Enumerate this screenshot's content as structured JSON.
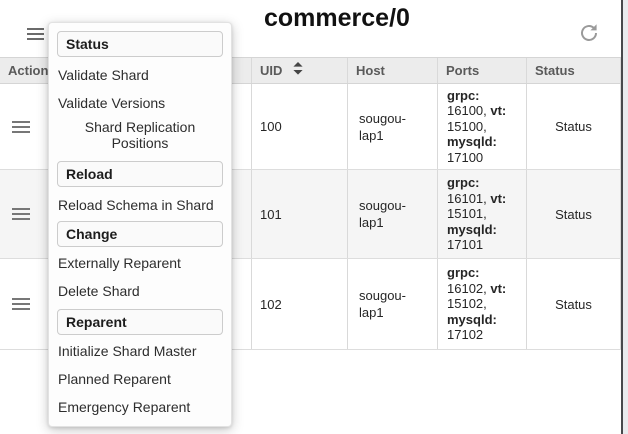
{
  "header": {
    "title": "commerce/0"
  },
  "menu": {
    "sections": [
      {
        "header": "Status",
        "items": [
          "Validate Shard",
          "Validate Versions",
          "Shard Replication Positions"
        ]
      },
      {
        "header": "Reload",
        "items": [
          "Reload Schema in Shard"
        ]
      },
      {
        "header": "Change",
        "items": [
          "Externally Reparent",
          "Delete Shard"
        ]
      },
      {
        "header": "Reparent",
        "items": [
          "Initialize Shard Master",
          "Planned Reparent",
          "Emergency Reparent"
        ]
      }
    ]
  },
  "table": {
    "columns": [
      "Actions",
      "UID",
      "Host",
      "Ports",
      "Status"
    ],
    "rows": [
      {
        "uid": "100",
        "host": "sougou-lap1",
        "status": "Status",
        "ports": [
          {
            "k": "grpc:",
            "v": " 16100, "
          },
          {
            "k": "vt:",
            "v": " 15100, "
          },
          {
            "k": "mysqld:",
            "v": " 17100"
          }
        ]
      },
      {
        "uid": "101",
        "host": "sougou-lap1",
        "status": "Status",
        "ports": [
          {
            "k": "grpc:",
            "v": " 16101, "
          },
          {
            "k": "vt:",
            "v": " 15101, "
          },
          {
            "k": "mysqld:",
            "v": " 17101"
          }
        ]
      },
      {
        "uid": "102",
        "host": "sougou-lap1",
        "status": "Status",
        "ports": [
          {
            "k": "grpc:",
            "v": " 16102, "
          },
          {
            "k": "vt:",
            "v": " 15102, "
          },
          {
            "k": "mysqld:",
            "v": " 17102"
          }
        ]
      }
    ]
  },
  "icons": {
    "hamburger": "hamburger-menu-icon",
    "refresh": "refresh-icon",
    "sort": "sort-unfold-icon",
    "row_action": "row-actions-hamburger-icon"
  },
  "colors": {
    "table_header_bg": "#ececec",
    "row_alt_bg": "#f5f5f5",
    "border": "#d9d9d9",
    "menu_bg": "#fdfdfd",
    "header_text": "#5a5a5a",
    "edge_line": "#47494c"
  }
}
